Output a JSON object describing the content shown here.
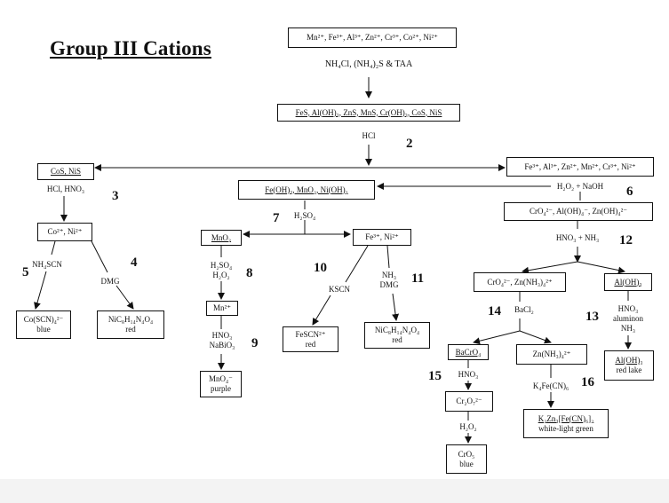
{
  "title": "Group III Cations",
  "boxes": {
    "start": "Mn²⁺, Fe³⁺, Al³⁺, Zn²⁺, Cr³⁺, Co²⁺, Ni²⁺",
    "precip": "FeS, Al(OH)₃, ZnS, MnS, Cr(OH)₃, CoS, NiS",
    "cos_nis": "CoS, NiS",
    "right_ions": "Fe³⁺, Al³⁺, Zn²⁺, Mn²⁺, Cr³⁺, Ni²⁺",
    "fe_mn_ni": "Fe(OH)₃, MnO₂, Ni(OH)₂",
    "cro4_al_zn": "CrO₄²⁻, Al(OH)₄⁻, Zn(OH)₄²⁻",
    "co_ni": "Co²⁺, Ni²⁺",
    "mno2": "MnO₂",
    "fe_ni": "Fe³⁺, Ni²⁺",
    "cro4_zn": "CrO₄²⁻, Zn(NH₃)₄²⁺",
    "aloh3": "Al(OH)₃",
    "co_scn": [
      "Co(SCN)₄²⁻",
      "blue"
    ],
    "ni_dmg_left": [
      "NiC₈H₁₄N₄O₄",
      "red"
    ],
    "mn2": "Mn²⁺",
    "fescn": [
      "FeSCN²⁺",
      "red"
    ],
    "ni_dmg_mid": [
      "NiC₈H₁₄N₄O₄",
      "red"
    ],
    "bacro4": "BaCrO₄",
    "zn_nh3": "Zn(NH₃)₄²⁺",
    "al_lake": [
      "Al(OH)₃",
      "red lake"
    ],
    "mno4": [
      "MnO₄⁻",
      "purple"
    ],
    "cr2o7": "Cr₂O₇²⁻",
    "k2zn3": [
      "K₂Zn₃[Fe(CN)₆]₂",
      "white-light green"
    ],
    "cro5": [
      "CrO₅",
      "blue"
    ]
  },
  "labels": {
    "nh4cl_taa": "NH₄Cl, (NH₄)₂S & TAA",
    "hcl": "HCl",
    "hcl_hno3": "HCl, HNO₃",
    "h2o2_naoh": "H₂O₂ + NaOH",
    "h2so4": "H₂SO₄",
    "nh4scn": "NH₄SCN",
    "dmg": "DMG",
    "h2so4_h2o2": [
      "H₂SO₄",
      "H₂O₂"
    ],
    "kscn": "KSCN",
    "nh3_dmg": [
      "NH₃",
      "DMG"
    ],
    "hno3_nh3": "HNO₃ + NH₃",
    "bacl2": "BaCl₂",
    "hno3_aluminon_nh3": [
      "HNO₃",
      "aluminon",
      "NH₃"
    ],
    "hno3_nabio3": [
      "HNO₃",
      "NaBiO₃"
    ],
    "hno3": "HNO₃",
    "k4fecn6": "K₄Fe(CN)₆",
    "h2o2": "H₂O₂"
  },
  "step_numbers": [
    "2",
    "3",
    "4",
    "5",
    "6",
    "7",
    "8",
    "9",
    "10",
    "11",
    "12",
    "13",
    "14",
    "15",
    "16"
  ]
}
